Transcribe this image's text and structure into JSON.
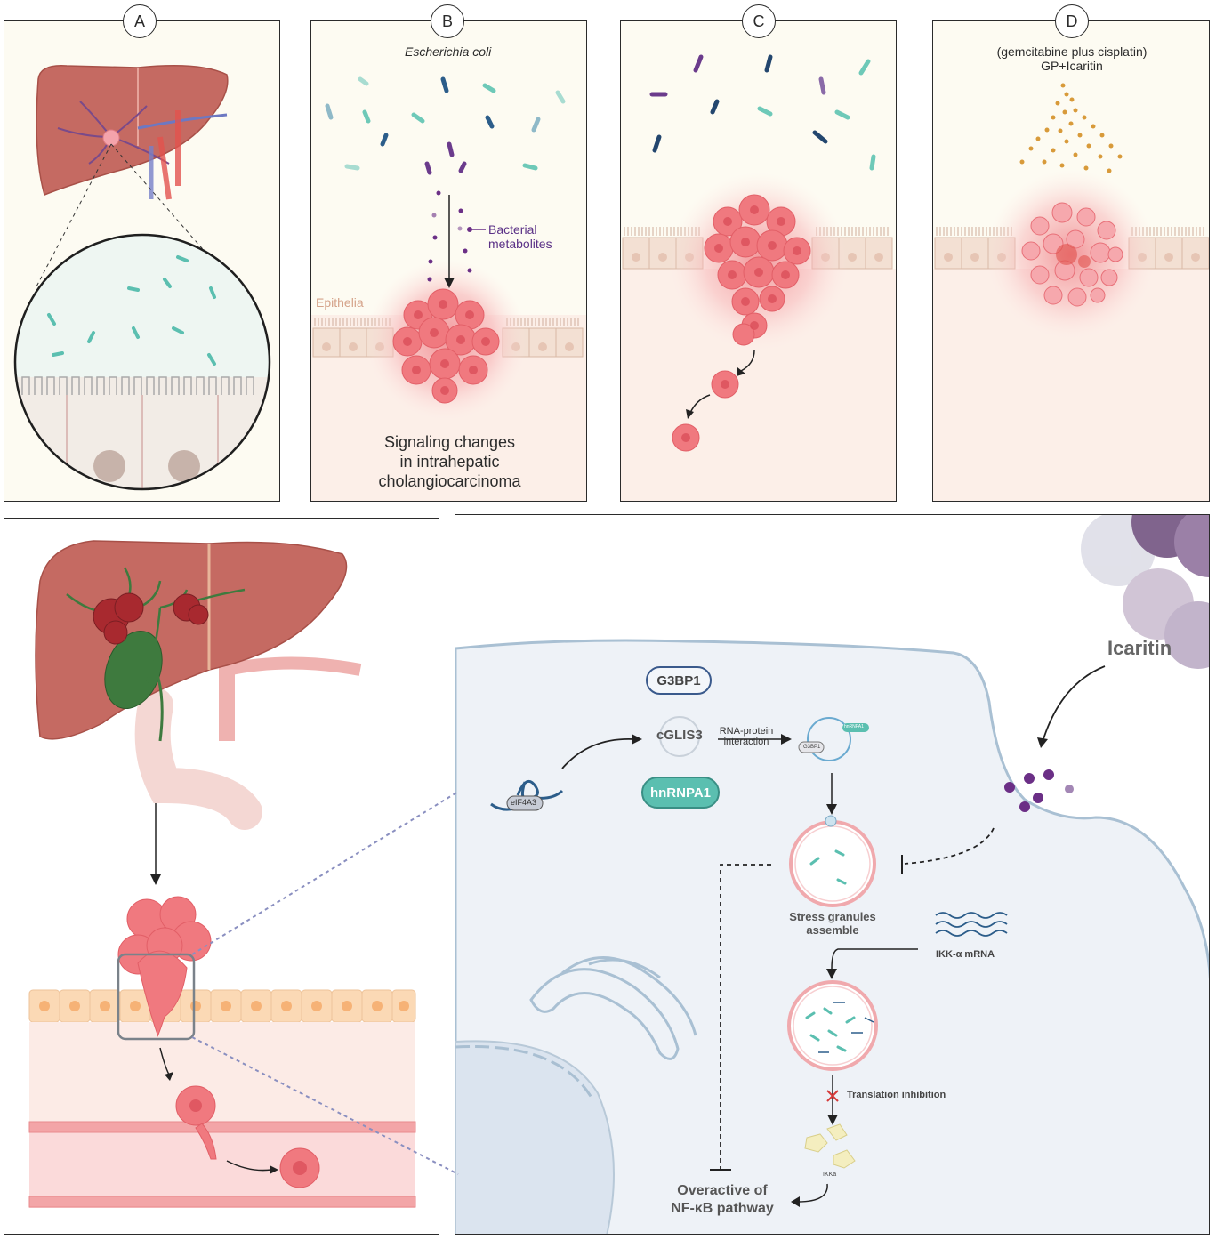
{
  "panels": {
    "a": {
      "badge": "A"
    },
    "b": {
      "badge": "B",
      "organism": "Escherichia coli",
      "metabolites_label_1": "Bacterial",
      "metabolites_label_2": "metabolites",
      "epithelia_label": "Epithelia",
      "caption_1": "Signaling changes",
      "caption_2": "in intrahepatic",
      "caption_3": "cholangiocarcinoma"
    },
    "c": {
      "badge": "C"
    },
    "d": {
      "badge": "D",
      "drug_line_1": "(gemcitabine plus cisplatin)",
      "drug_line_2": "GP+Icaritin"
    }
  },
  "mechanism": {
    "icaritin": "Icaritin",
    "g3bp1": "G3BP1",
    "cglis3": "cGLIS3",
    "rna_protein_1": "RNA-protein",
    "rna_protein_2": "interaction",
    "hnrnpa1": "hnRNPA1",
    "hnrnpa1_small": "hnRNPA1",
    "g3bp1_small": "G3BP1",
    "eif4a3": "eIF4A3",
    "stress_granules_1": "Stress granules",
    "stress_granules_2": "assemble",
    "ikk_mrna": "IKK-α mRNA",
    "translation_inhibition": "Translation inhibition",
    "ikka": "IKKa",
    "nfkb_1": "Overactive of",
    "nfkb_2": "NF-κB pathway"
  },
  "colors": {
    "bacteria_teal": "#6ec9b8",
    "bacteria_navy": "#23466e",
    "bacteria_purple": "#6b3b8c",
    "tumor_pink": "#e8767a",
    "liver": "#c56a62",
    "cell_fill": "#eef2f7",
    "membrane": "#9fbad0",
    "g3bp1_border": "#3a5a8c",
    "hnrnpa1_fill": "#5bbfb0",
    "metabolite_purple": "#6b2f86",
    "drug_orange": "#d89a3a"
  }
}
